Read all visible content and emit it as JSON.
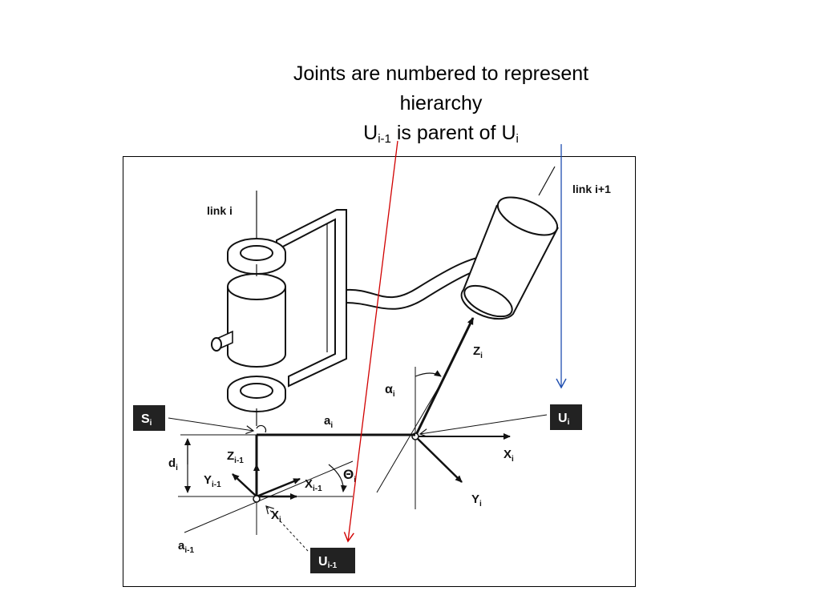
{
  "caption": {
    "line1": "Joints are numbered to represent",
    "line2": "hierarchy",
    "line3_u1": "U",
    "line3_sub1": "i-1",
    "line3_mid": " is parent of U",
    "line3_sub2": "i"
  },
  "labels": {
    "link_i": "link i",
    "link_i1": "link i+1",
    "s_i": "S",
    "s_i_sub": "i",
    "u_i": "U",
    "u_i_sub": "i",
    "u_im1": "U",
    "u_im1_sub": "i-1",
    "a_i": "a",
    "a_i_sub": "i",
    "d_i": "d",
    "d_i_sub": "i",
    "z_i": "Z",
    "z_i_sub": "i",
    "x_i_right": "X",
    "x_i_right_sub": "i",
    "y_i": "Y",
    "y_i_sub": "i",
    "alpha_i": "α",
    "alpha_i_sub": "i",
    "z_im1": "Z",
    "z_im1_sub": "i-1",
    "y_im1": "Y",
    "y_im1_sub": "i-1",
    "x_im1": "X",
    "x_im1_sub": "i-1",
    "theta_i": "Θ",
    "theta_i_sub": "i",
    "x_i_left": "X",
    "x_i_left_sub": "i",
    "a_im1": "a",
    "a_im1_sub": "i-1"
  },
  "colors": {
    "red_arrow": "#d10000",
    "blue_arrow": "#1f4fb0",
    "label_box": "#222222"
  }
}
